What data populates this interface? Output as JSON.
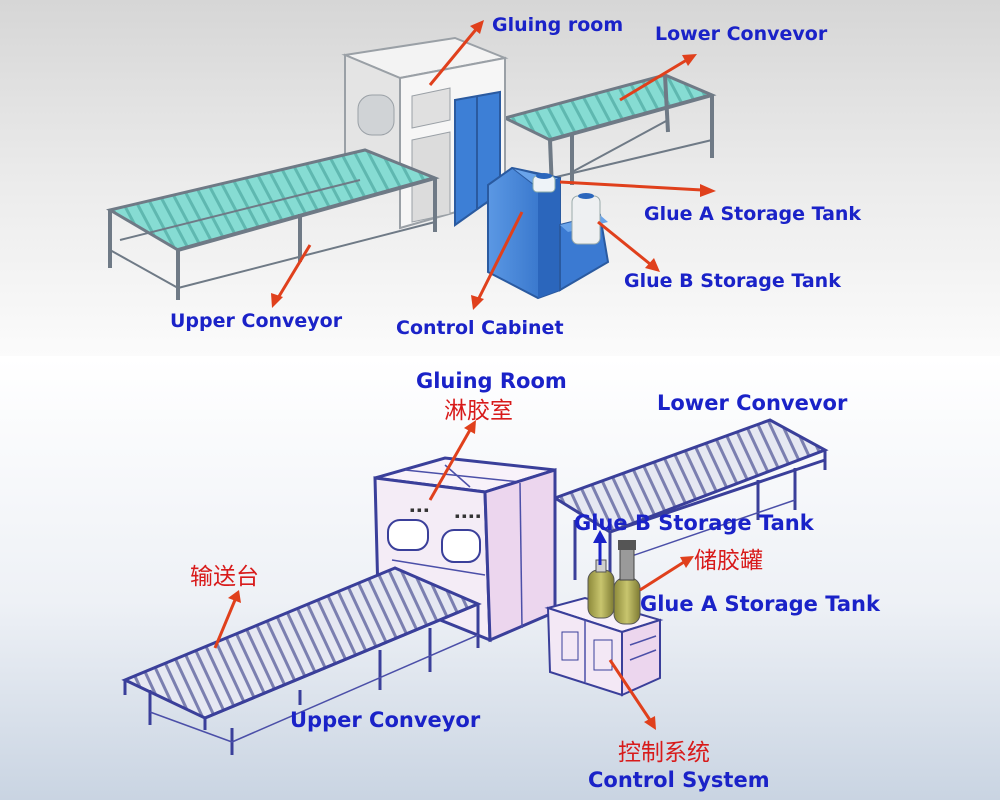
{
  "top": {
    "labels": {
      "gluing_room": "Gluing room",
      "lower_conveyor": "Lower Convevor",
      "glue_a": "Glue A Storage Tank",
      "glue_b": "Glue B Storage Tank",
      "upper_conveyor": "Upper Conveyor",
      "control_cabinet": "Control Cabinet"
    }
  },
  "bottom": {
    "labels": {
      "gluing_room": "Gluing Room",
      "gluing_room_cn": "淋胶室",
      "lower_conveyor": "Lower Convevor",
      "conveyor_cn": "输送台",
      "glue_b": "Glue B Storage Tank",
      "storage_tank_cn": "储胶罐",
      "glue_a": "Glue A Storage Tank",
      "upper_conveyor": "Upper Conveyor",
      "control_system_cn": "控制系统",
      "control_system": "Control System"
    }
  },
  "colors": {
    "label_blue": "#1a22c8",
    "label_red": "#d81a1a",
    "arrow": "#e0401c",
    "conveyor_top": "#7fd8d0",
    "cabinet_blue": "#3d7fd6",
    "frame_gray": "#6f7a86",
    "frame_purple": "#3a3f9a",
    "panel_pink": "#ecd6ee"
  }
}
